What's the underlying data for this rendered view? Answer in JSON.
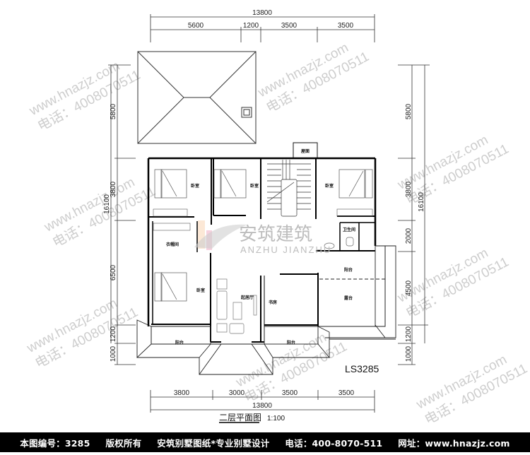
{
  "drawing": {
    "title": "二层平面图",
    "scale": "1:100",
    "plan_code": "LS3285",
    "top_dimensions": {
      "total": "13800",
      "segments": [
        "5600",
        "1200",
        "3500",
        "3500"
      ]
    },
    "bottom_dimensions": {
      "total": "13800",
      "segments": [
        "3800",
        "3000",
        "3500",
        "3500"
      ]
    },
    "left_dimensions": {
      "total": "16100",
      "segments": [
        "5800",
        "3800",
        "6500",
        "1200",
        "1000"
      ]
    },
    "right_dimensions": {
      "total": "16100",
      "segments": [
        "5800",
        "3800",
        "2000",
        "4500",
        "1200",
        "1000"
      ]
    },
    "rooms": {
      "bedroom_1": "卧室",
      "bedroom_2": "卧室",
      "bedroom_3": "卧室",
      "bedroom_4": "卧室",
      "walk_in_closet": "衣帽间",
      "living": "起居厅",
      "study": "书房",
      "bathroom": "卫生间",
      "balcony_1": "阳台",
      "terrace": "露台",
      "balcony_left": "阳台",
      "balcony_mid": "阳台",
      "roof_access": "屋面"
    }
  },
  "watermark": {
    "url": "www.hnazjz.com",
    "phone": "电话：4008070511",
    "brand_cn": "安筑建筑",
    "brand_en": "ANZHU JIANZHU"
  },
  "footer": {
    "id": "本图编号：3285",
    "rights": "版权所有",
    "slogan": "安筑别墅图纸*专业别墅设计",
    "phone": "电话：400-8070-511",
    "site": "网址：www.hnazjz.com"
  }
}
